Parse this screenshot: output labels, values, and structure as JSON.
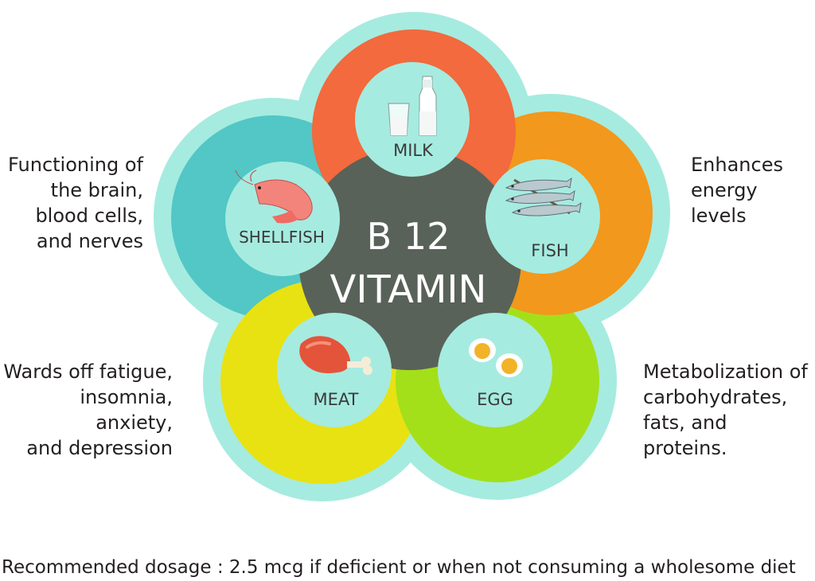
{
  "center": {
    "line1": "B 12",
    "line2": "VITAMIN"
  },
  "sources": [
    {
      "id": "milk",
      "label": "MILK",
      "icon": "milk-icon",
      "color": "#f26a3d"
    },
    {
      "id": "fish",
      "label": "FISH",
      "icon": "fish-icon",
      "color": "#f2981c"
    },
    {
      "id": "egg",
      "label": "EGG",
      "icon": "egg-icon",
      "color": "#a3e01a"
    },
    {
      "id": "meat",
      "label": "MEAT",
      "icon": "meat-drumstick-icon",
      "color": "#e8e212"
    },
    {
      "id": "shellfish",
      "label": "SHELLFISH",
      "icon": "shrimp-icon",
      "color": "#52c7c5"
    }
  ],
  "benefits": {
    "brain": [
      "Functioning of",
      "the brain,",
      "blood cells,",
      "and nerves"
    ],
    "energy": [
      "Enhances",
      "energy levels"
    ],
    "fatigue": [
      "Wards off fatigue,",
      "insomnia, anxiety,",
      "and depression"
    ],
    "metabolism": [
      "Metabolization of",
      "carbohydrates,",
      "fats, and proteins."
    ]
  },
  "footer": "Recommended dosage : 2.5 mcg if deficient or when not consuming a wholesome diet",
  "colors": {
    "outer_glow": "#a6ebe0",
    "inner_disc": "#a6ebe0",
    "center_disc": "#596258"
  }
}
